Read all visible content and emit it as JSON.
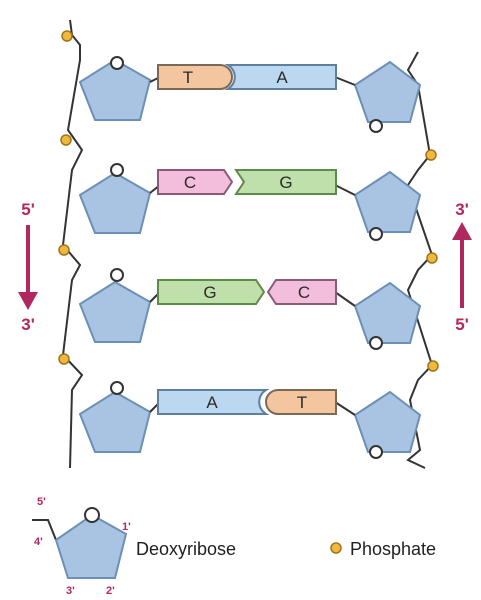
{
  "colors": {
    "sugar_fill": "#a9c3e3",
    "sugar_stroke": "#6b8fb5",
    "backbone": "#333333",
    "phosphate_fill": "#f0b93e",
    "phosphate_stroke": "#a07417",
    "accent_magenta": "#b1275f",
    "T": "#f3c6a0",
    "A": "#bcd7f0",
    "C": "#f3bddc",
    "G": "#bfe0ab"
  },
  "pairs": [
    {
      "left": "T",
      "right": "A"
    },
    {
      "left": "C",
      "right": "G"
    },
    {
      "left": "G",
      "right": "C"
    },
    {
      "left": "A",
      "right": "T"
    }
  ],
  "left_strand": {
    "top": "5'",
    "bottom": "3'"
  },
  "right_strand": {
    "top": "3'",
    "bottom": "5'"
  },
  "legend": {
    "sugar_label": "Deoxyribose",
    "phosphate_label": "Phosphate",
    "carbon_numbers": {
      "c1": "1'",
      "c2": "2'",
      "c3": "3'",
      "c4": "4'",
      "c5": "5'"
    }
  }
}
